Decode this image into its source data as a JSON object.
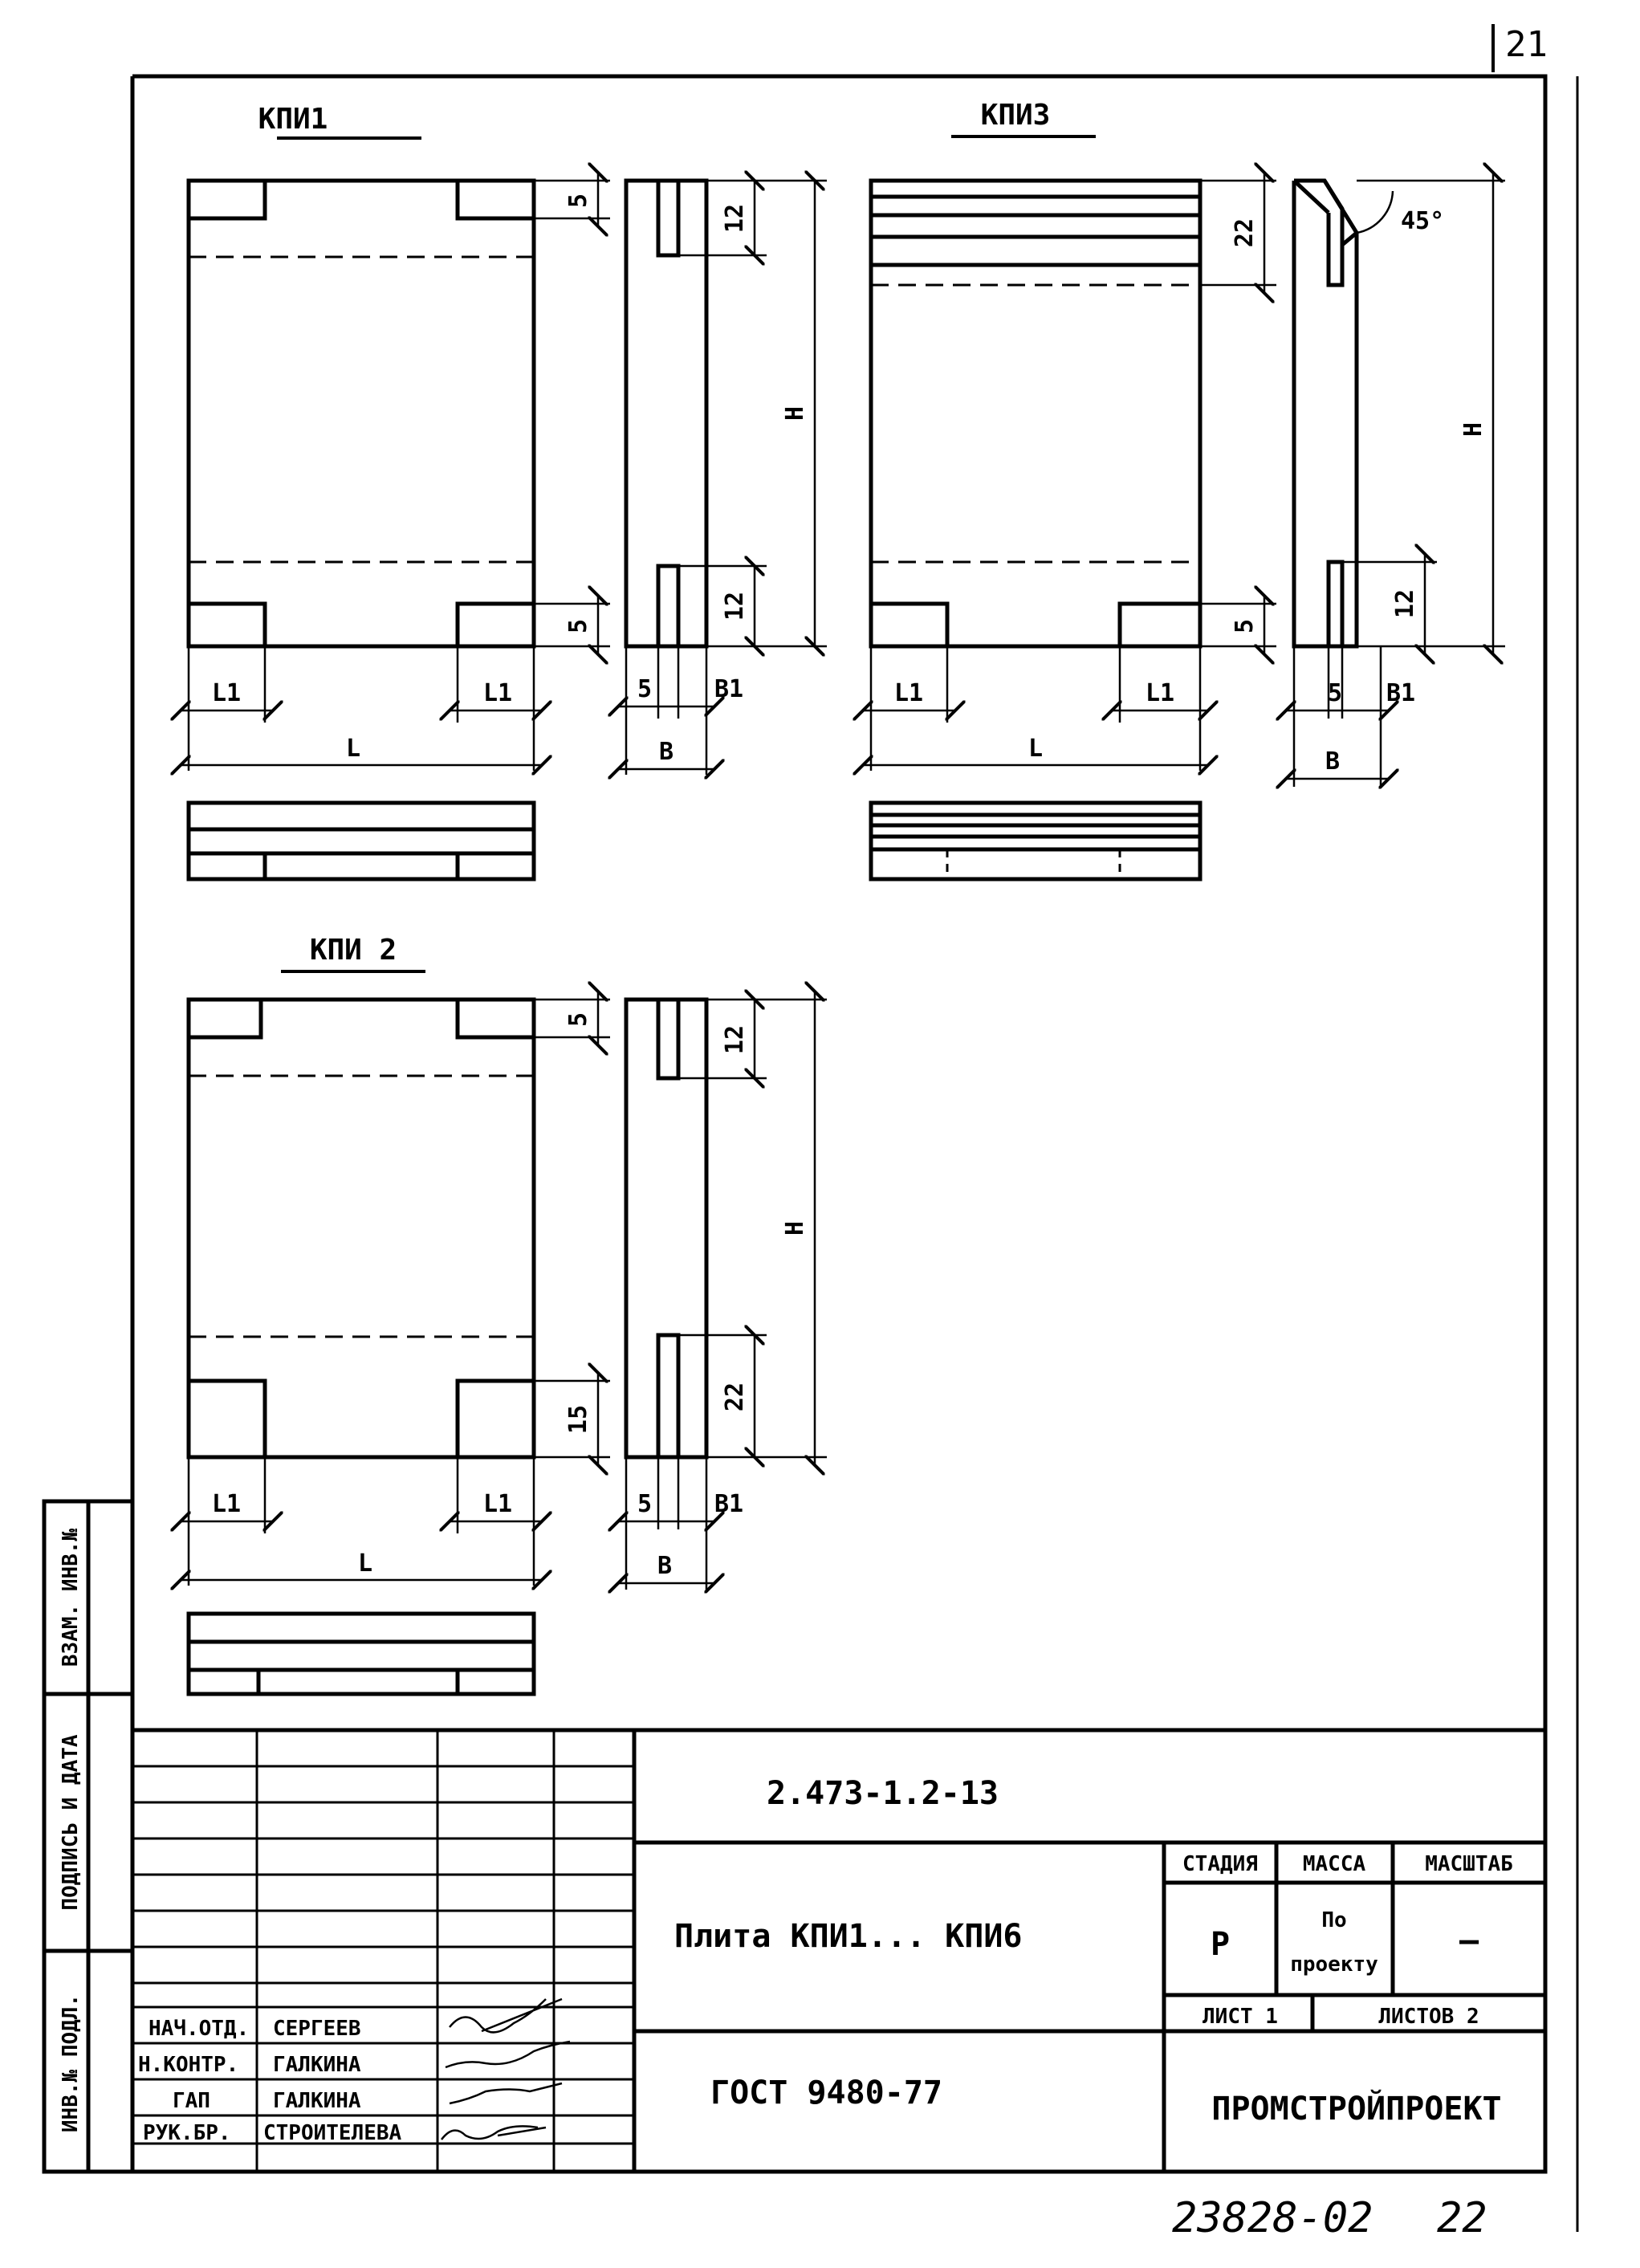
{
  "page_number": "21",
  "drawings": {
    "kpi1": {
      "title": "КПИ1",
      "dims": {
        "top_notch": "5",
        "bottom_notch": "5",
        "side_top": "12",
        "side_bottom": "12",
        "height": "H",
        "l1": "L1",
        "length": "L",
        "groove": "5",
        "b1": "B1",
        "b": "B"
      }
    },
    "kpi3": {
      "title": "КПИ3",
      "dims": {
        "top_band": "22",
        "bottom_notch": "5",
        "side_bottom": "12",
        "height": "H",
        "angle": "45°",
        "l1": "L1",
        "length": "L",
        "groove": "5",
        "b1": "B1",
        "b": "B"
      }
    },
    "kpi2": {
      "title": "КПИ 2",
      "dims": {
        "top_notch": "5",
        "bottom_notch": "15",
        "side_top": "12",
        "side_bottom": "22",
        "height": "H",
        "l1": "L1",
        "length": "L",
        "groove": "5",
        "b1": "B1",
        "b": "B"
      }
    }
  },
  "side_stamp": {
    "col1": "ИНВ.№ ПОДЛ.",
    "col2": "ПОДПИСЬ И ДАТА",
    "col3": "ВЗАМ. ИНВ.№"
  },
  "title_block": {
    "doc_code": "2.473-1.2-13",
    "title": "Плита КПИ1... КПИ6",
    "standard": "ГОСТ 9480-77",
    "stage_label": "СТАДИЯ",
    "mass_label": "МАССА",
    "scale_label": "МАСШТАБ",
    "stage": "Р",
    "mass_line1": "По",
    "mass_line2": "проекту",
    "scale": "—",
    "sheet": "ЛИСТ 1",
    "sheets": "ЛИСТОВ 2",
    "organization": "ПРОМСТРОЙПРОЕКТ",
    "signatures": [
      {
        "role": "НАЧ.ОТД.",
        "name": "СЕРГЕЕВ"
      },
      {
        "role": "Н.КОНТР.",
        "name": "ГАЛКИНА"
      },
      {
        "role": "ГАП",
        "name": "ГАЛКИНА"
      },
      {
        "role": "РУК.БР.",
        "name": "СТРОИТЕЛЕВА"
      }
    ]
  },
  "archive_number": "23828-02",
  "archive_sheet": "22"
}
